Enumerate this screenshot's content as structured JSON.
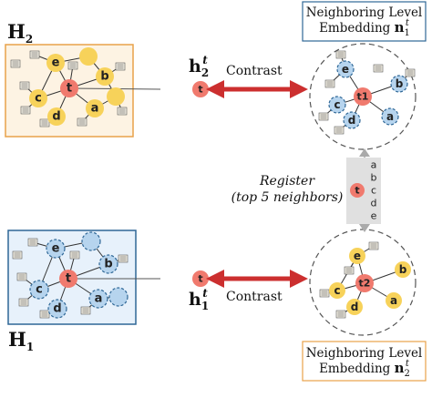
{
  "graph_top": {
    "title": "H",
    "title_sub": "2",
    "bg": "#fdf3e3",
    "border": "#e8a24a"
  },
  "graph_bottom": {
    "title": "H",
    "title_sub": "1",
    "bg": "#e7f1fb",
    "border": "#2f6796"
  },
  "h2_label": {
    "base": "h",
    "sub": "2",
    "sup": "t"
  },
  "h1_label": {
    "base": "h",
    "sub": "1",
    "sup": "t"
  },
  "contrast_top": "Contrast",
  "contrast_bottom": "Contrast",
  "register": {
    "line1": "Register",
    "line2": "(top 5 neighbors)"
  },
  "target_node": "t",
  "register_letters": [
    "a",
    "b",
    "c",
    "d",
    "e"
  ],
  "neighbor_top": {
    "line1": "Neighboring Level",
    "line2": "Embedding",
    "base": "n",
    "sub": "1",
    "sup": "t",
    "border": "#2f6796"
  },
  "neighbor_bottom": {
    "line1": "Neighboring Level",
    "line2": "Embedding",
    "base": "n",
    "sub": "2",
    "sup": "t",
    "border": "#e8a24a"
  },
  "ego_top_center": "t1",
  "ego_bottom_center": "t2",
  "node_letters": {
    "a": "a",
    "b": "b",
    "c": "c",
    "d": "d",
    "e": "e",
    "t": "t"
  },
  "colors": {
    "target": "#f07a6e",
    "yellow": "#f7d25a",
    "blue_node": "#b6d4ee",
    "blue_dash": "#2f6796",
    "arrow": "#cc2f2f",
    "edge": "#333333",
    "register_bg": "#e0e0e0"
  }
}
